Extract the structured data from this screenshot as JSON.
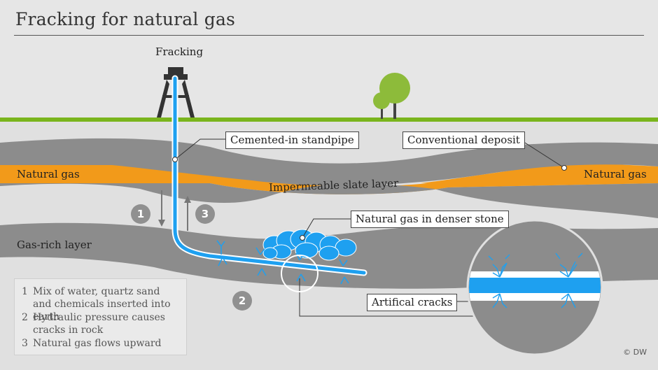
{
  "title": "Fracking for natural gas",
  "labels": {
    "fracking": "Fracking",
    "natural_gas_left": "Natural gas",
    "natural_gas_right": "Natural gas",
    "impermeable": "Impermeable slate layer",
    "gas_rich": "Gas-rich layer"
  },
  "callouts": {
    "standpipe": "Cemented-in standpipe",
    "conventional": "Conventional deposit",
    "denser_stone": "Natural gas in denser stone",
    "cracks": "Artifical cracks"
  },
  "steps": [
    {
      "num": "1",
      "text": "Mix of water, quartz sand and chemicals inserted into earth"
    },
    {
      "num": "2",
      "text": "Hydraulic pressure causes cracks in rock"
    },
    {
      "num": "3",
      "text": "Natural gas flows upward"
    }
  ],
  "markers": {
    "one": "1",
    "two": "2",
    "three": "3"
  },
  "credit": "© DW",
  "colors": {
    "background": "#e3e3e3",
    "rock": "#8c8c8c",
    "gas": "#f29a1a",
    "pipe": "#1ea0f0",
    "grass": "#7ab51d",
    "tree": "#8dbb3a"
  }
}
